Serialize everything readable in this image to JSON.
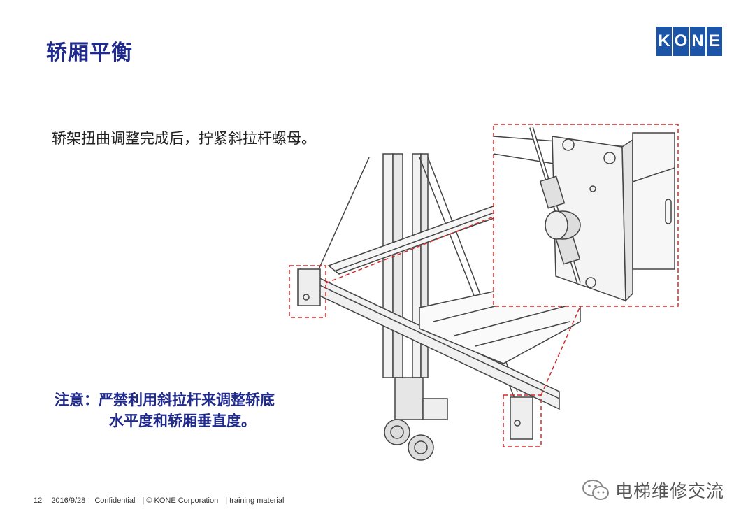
{
  "slide": {
    "title": "轿厢平衡",
    "logo_letters": [
      "K",
      "O",
      "N",
      "E"
    ],
    "body_text": "轿架扭曲调整完成后，拧紧斜拉杆螺母。",
    "note_line1": "注意：严禁利用斜拉杆来调整轿底",
    "note_line2": "水平度和轿厢垂直度。",
    "footer": {
      "page_number": "12",
      "date": "2016/9/28",
      "confidential": "Confidential",
      "copyright": "© KONE Corporation",
      "material": "training material"
    },
    "watermark": "电梯维修交流",
    "colors": {
      "title": "#1f2a8c",
      "logo": "#1c55a8",
      "callout": "#d42a2a"
    }
  }
}
